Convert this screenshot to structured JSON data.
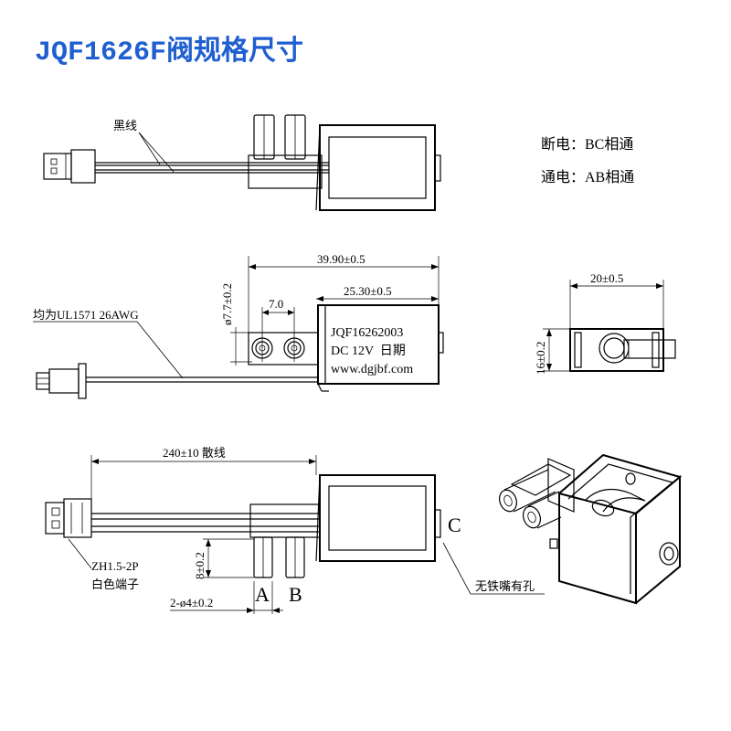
{
  "title": "JQF1626F阀规格尺寸",
  "colors": {
    "title": "#1f5fd0",
    "note": "#1f5fd0",
    "line": "#000000"
  },
  "notes": {
    "off": "断电：BC相通",
    "on": "通电：AB相通"
  },
  "top_view": {
    "wire_label": "黑线"
  },
  "front_view": {
    "dim_overall_length": "39.90±0.5",
    "dim_body_length": "25.30±0.5",
    "dim_port_pitch": "7.0",
    "dim_port_diameter": "ø7.7±0.2",
    "wire_spec": "均为UL1571 26AWG",
    "marking_line1": "JQF16262003",
    "marking_line2": "DC 12V  日期",
    "marking_line3": "www.dgjbf.com"
  },
  "side_view": {
    "dim_width": "20±0.5",
    "dim_height": "16±0.2"
  },
  "bottom_view": {
    "dim_wire_length": "240±10 散线",
    "dim_nozzle_height": "8±0.2",
    "dim_nozzle_diameter": "2-ø4±0.2",
    "connector_model": "ZH1.5-2P",
    "connector_desc": "白色端子",
    "port_a": "A",
    "port_b": "B",
    "port_c": "C",
    "port_c_note": "无铁嘴有孔"
  }
}
